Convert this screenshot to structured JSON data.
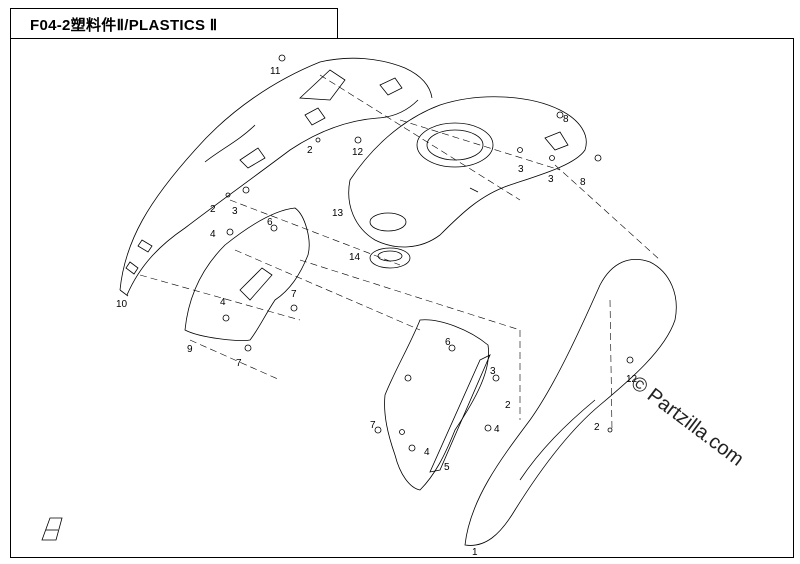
{
  "header": {
    "title": "F04-2塑料件Ⅱ/PLASTICS Ⅱ"
  },
  "watermark": {
    "text": "© Partzilla.com"
  },
  "callouts": [
    {
      "id": "c11a",
      "label": "11"
    },
    {
      "id": "c2a",
      "label": "2"
    },
    {
      "id": "c12a",
      "label": "12"
    },
    {
      "id": "c8a",
      "label": "8"
    },
    {
      "id": "c3a",
      "label": "3"
    },
    {
      "id": "c3b",
      "label": "3"
    },
    {
      "id": "c8b",
      "label": "8"
    },
    {
      "id": "c2b",
      "label": "2"
    },
    {
      "id": "c3c",
      "label": "3"
    },
    {
      "id": "c13",
      "label": "13"
    },
    {
      "id": "c6a",
      "label": "6"
    },
    {
      "id": "c4a",
      "label": "4"
    },
    {
      "id": "c14",
      "label": "14"
    },
    {
      "id": "c10",
      "label": "10"
    },
    {
      "id": "c4b",
      "label": "4"
    },
    {
      "id": "c7a",
      "label": "7"
    },
    {
      "id": "c9",
      "label": "9"
    },
    {
      "id": "c7b",
      "label": "7"
    },
    {
      "id": "c6b",
      "label": "6"
    },
    {
      "id": "c3d",
      "label": "3"
    },
    {
      "id": "c2c",
      "label": "2"
    },
    {
      "id": "c12b",
      "label": "12"
    },
    {
      "id": "c7c",
      "label": "7"
    },
    {
      "id": "c4c",
      "label": "4"
    },
    {
      "id": "c4d",
      "label": "4"
    },
    {
      "id": "c5",
      "label": "5"
    },
    {
      "id": "c2d",
      "label": "2"
    },
    {
      "id": "c1",
      "label": "1"
    }
  ]
}
